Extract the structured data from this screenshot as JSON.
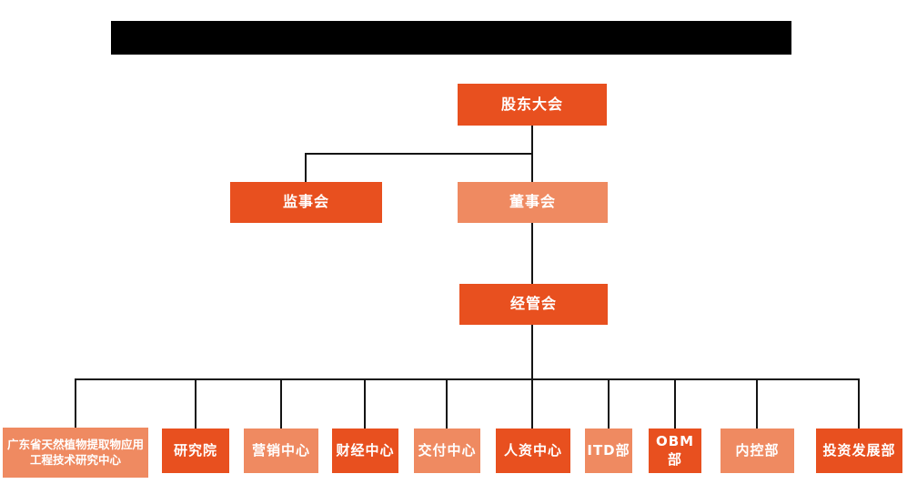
{
  "colors": {
    "primary": "#E8501F",
    "secondary": "#EF8A61",
    "connector": "#141414",
    "node_text": "#FFFFFF",
    "redaction": "#000000"
  },
  "org": {
    "top": {
      "label": "股东大会",
      "variant": "primary"
    },
    "level2": [
      {
        "label": "监事会",
        "variant": "primary"
      },
      {
        "label": "董事会",
        "variant": "secondary"
      }
    ],
    "level3": [
      {
        "label": "经管会",
        "variant": "primary"
      }
    ],
    "departments": [
      {
        "label": "广东省天然植物提取物应用工程技术研究中心",
        "variant": "secondary"
      },
      {
        "label": "研究院",
        "variant": "primary"
      },
      {
        "label": "营销中心",
        "variant": "secondary"
      },
      {
        "label": "财经中心",
        "variant": "primary"
      },
      {
        "label": "交付中心",
        "variant": "secondary"
      },
      {
        "label": "人资中心",
        "variant": "primary"
      },
      {
        "label": "ITD部",
        "variant": "secondary"
      },
      {
        "label": "OBM部",
        "variant": "primary"
      },
      {
        "label": "内控部",
        "variant": "secondary"
      },
      {
        "label": "投资发展部",
        "variant": "primary"
      }
    ]
  }
}
